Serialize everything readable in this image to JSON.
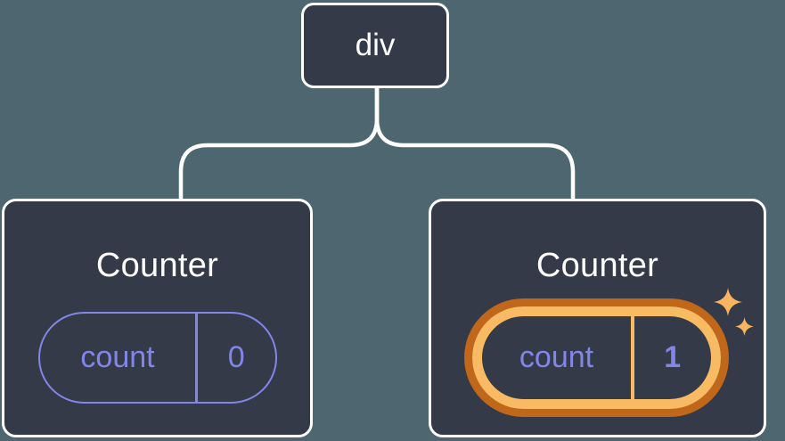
{
  "colors": {
    "background": "#4d6670",
    "node_bg": "#343a47",
    "node_border": "#ffffff",
    "connector": "#ffffff",
    "purple": "#8186e8",
    "orange_outer": "#c0671a",
    "orange_inner": "#f8ba62",
    "sparkle": "#f8b45e",
    "title_text": "#ffffff"
  },
  "icons": {
    "sparkle": "four-pointed-star"
  },
  "tree": {
    "root": {
      "label": "div"
    },
    "children": [
      {
        "title": "Counter",
        "state_key": "count",
        "state_value": "0",
        "highlighted": false
      },
      {
        "title": "Counter",
        "state_key": "count",
        "state_value": "1",
        "highlighted": true
      }
    ]
  }
}
